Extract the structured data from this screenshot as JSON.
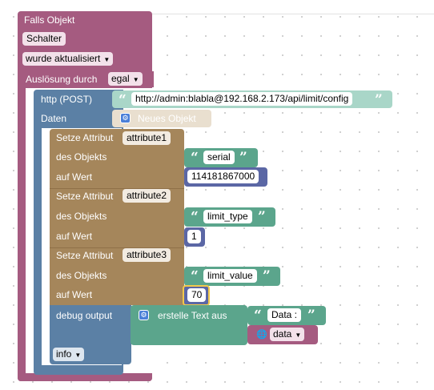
{
  "event": {
    "title": "Falls Objekt",
    "object": "Schalter",
    "condition": "wurde aktualisiert",
    "trigger_label": "Auslösung durch",
    "trigger_value": "egal"
  },
  "http": {
    "label": "http (POST)",
    "url": "http://admin:blabla@192.168.2.173/api/limit/config",
    "data_label": "Daten",
    "new_object": "Neues Objekt"
  },
  "attrs": [
    {
      "setze": "Setze Attribut",
      "name": "attribute1",
      "des": "des Objekts",
      "key": "serial",
      "auf": "auf Wert",
      "value": "114181867000"
    },
    {
      "setze": "Setze Attribut",
      "name": "attribute2",
      "des": "des Objekts",
      "key": "limit_type",
      "auf": "auf Wert",
      "value": "1"
    },
    {
      "setze": "Setze Attribut",
      "name": "attribute3",
      "des": "des Objekts",
      "key": "limit_value",
      "auf": "auf Wert",
      "value": "70"
    }
  ],
  "debug": {
    "label": "debug output",
    "text_join": "erstelle Text aus",
    "text": "Data :",
    "var": "data",
    "level": "info"
  },
  "icons": {
    "quote_open": "“",
    "quote_close": "”",
    "gear": "⚙",
    "globe": "🌐",
    "arrow": "▼"
  },
  "colors": {
    "event": "#a55b80",
    "event_field": "#c38aa6",
    "http": "#5b80a5",
    "attr": "#a5865b",
    "text": "#5ba58c",
    "math": "#5b67a5",
    "var": "#a55b80",
    "highlight": "#f2c94c"
  }
}
